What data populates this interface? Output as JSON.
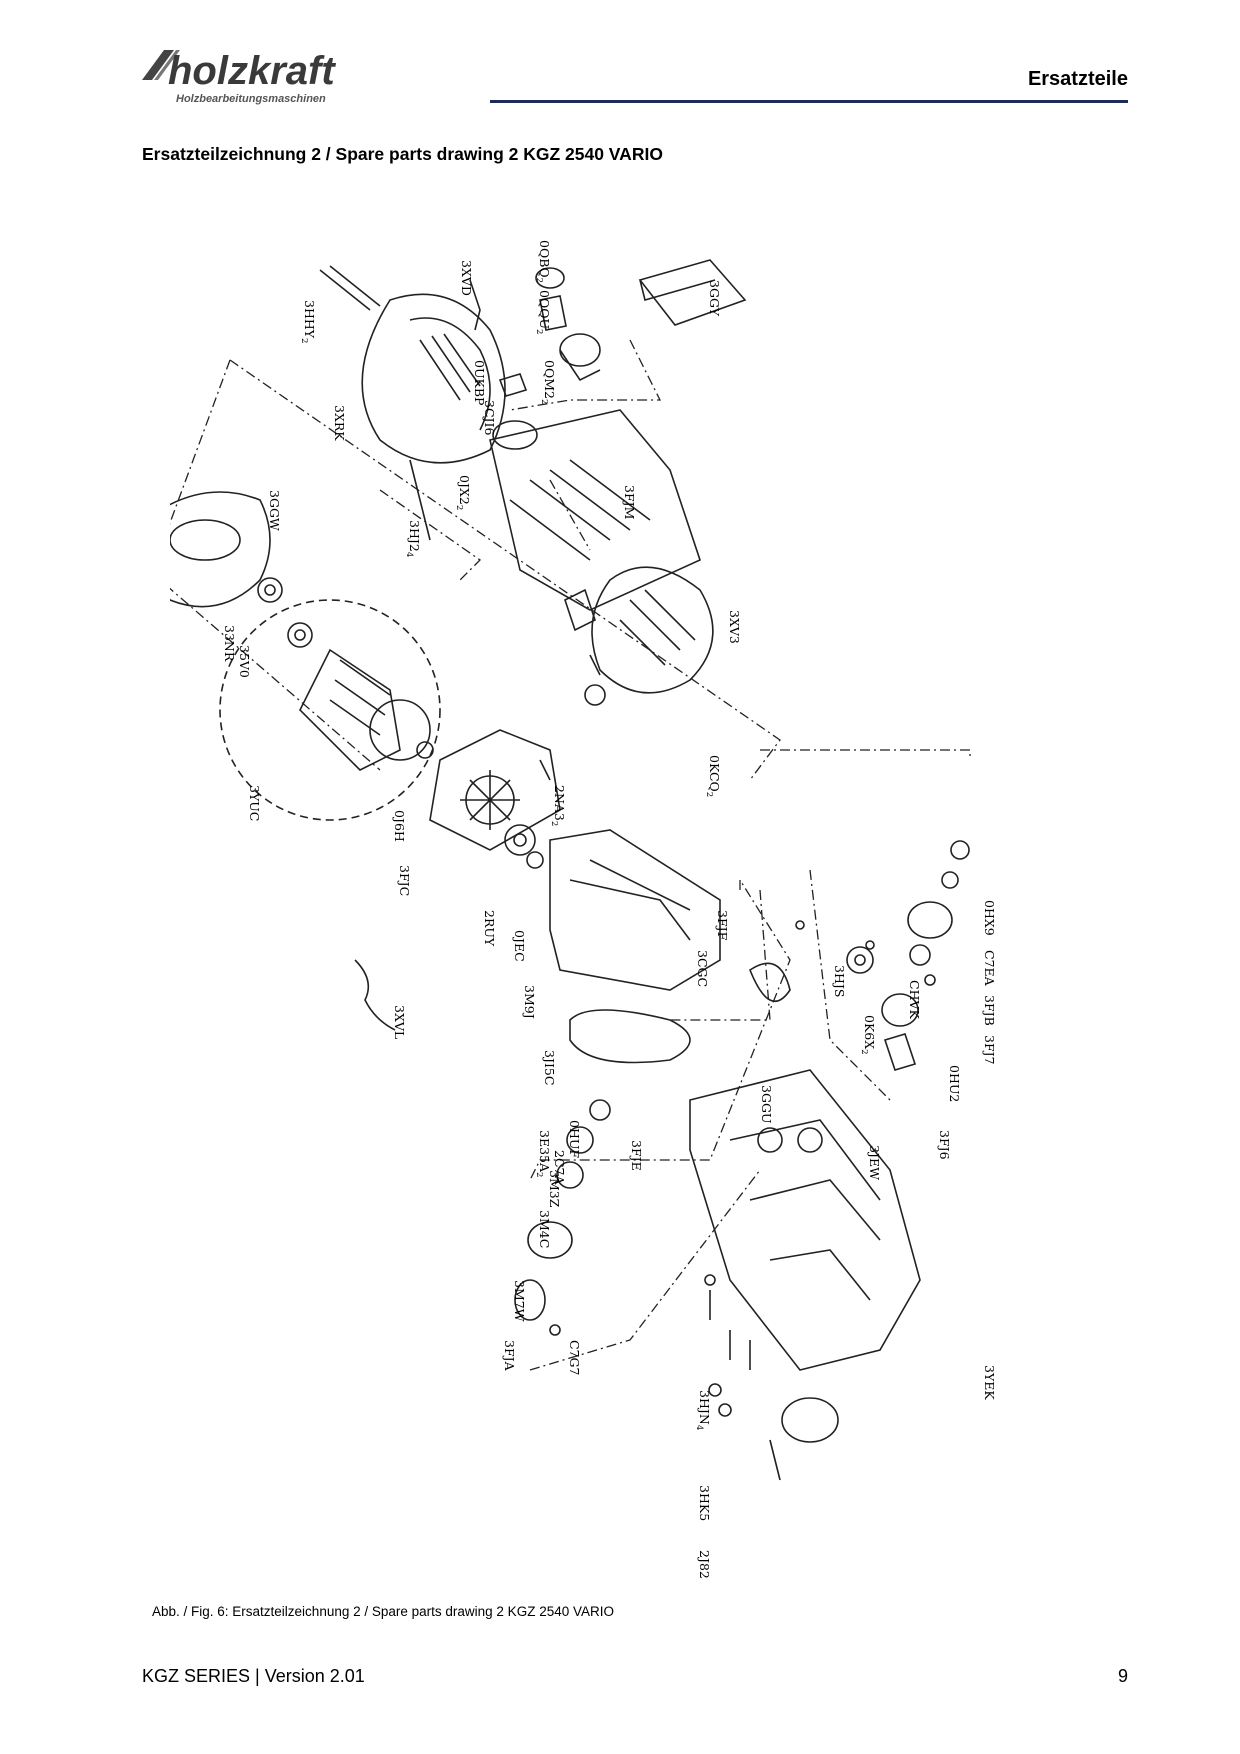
{
  "header": {
    "brand": "holzkraft",
    "brand_tagline": "Holzbearbeitungsmaschinen",
    "title": "Ersatzteile",
    "accent_color": "#1f2a5c"
  },
  "page_heading": "Ersatzteilzeichnung 2 / Spare parts drawing 2 KGZ 2540 VARIO",
  "drawing": {
    "part_labels": [
      {
        "code": "3HHY",
        "sub": "2"
      },
      {
        "code": "3XVD"
      },
      {
        "code": "0QBQ",
        "sub": "2"
      },
      {
        "code": "0QQU",
        "sub": "2"
      },
      {
        "code": "3GGY"
      },
      {
        "code": "0UKBP"
      },
      {
        "code": "0QM2",
        "sub": "2"
      },
      {
        "code": "3XRK"
      },
      {
        "code": "3CJI6"
      },
      {
        "code": "0JX2",
        "sub": "2"
      },
      {
        "code": "3FJM"
      },
      {
        "code": "3GGW"
      },
      {
        "code": "3HJ2",
        "sub": "4"
      },
      {
        "code": "3XV3"
      },
      {
        "code": "33NR"
      },
      {
        "code": "35V0"
      },
      {
        "code": "0KCQ",
        "sub": "2"
      },
      {
        "code": "3YUC"
      },
      {
        "code": "2NA3",
        "sub": "2"
      },
      {
        "code": "0J6H"
      },
      {
        "code": "3FJC"
      },
      {
        "code": "2RUY"
      },
      {
        "code": "0JEC"
      },
      {
        "code": "3FJF"
      },
      {
        "code": "3CGC"
      },
      {
        "code": "0HX9"
      },
      {
        "code": "3M9J"
      },
      {
        "code": "3HJS"
      },
      {
        "code": "C7EA"
      },
      {
        "code": "CHVK"
      },
      {
        "code": "3FJB"
      },
      {
        "code": "0K6X",
        "sub": "2"
      },
      {
        "code": "3FJ7"
      },
      {
        "code": "3XVL"
      },
      {
        "code": "3JI5C"
      },
      {
        "code": "3GGU"
      },
      {
        "code": "0HU2"
      },
      {
        "code": "0HUF"
      },
      {
        "code": "3E35A",
        "sub": "2"
      },
      {
        "code": "2C7A"
      },
      {
        "code": "3M3Z"
      },
      {
        "code": "3FJE"
      },
      {
        "code": "3JEW"
      },
      {
        "code": "3FJ6"
      },
      {
        "code": "3M4C"
      },
      {
        "code": "3M7W"
      },
      {
        "code": "3FJA"
      },
      {
        "code": "C7G7"
      },
      {
        "code": "3HJN",
        "sub": "4"
      },
      {
        "code": "3YEK"
      },
      {
        "code": "3HK5"
      },
      {
        "code": "2J82"
      }
    ]
  },
  "caption": "Abb. / Fig. 6: Ersatzteilzeichnung 2 / Spare parts drawing 2 KGZ 2540 VARIO",
  "footer": {
    "left": "KGZ SERIES | Version 2.01",
    "page_number": "9"
  }
}
